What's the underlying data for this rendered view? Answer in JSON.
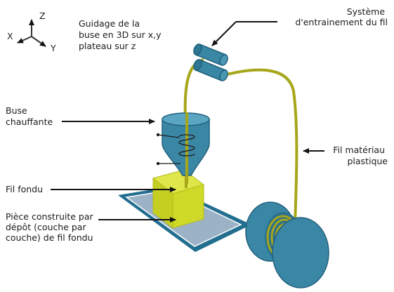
{
  "axes": {
    "z": "Z",
    "x": "X",
    "y": "Y"
  },
  "labels": {
    "guidage": [
      "Guidage de la",
      "buse en 3D sur x,y",
      "plateau sur z"
    ],
    "systeme": [
      "Système",
      "d'entrainement du fil"
    ],
    "buse": [
      "Buse",
      "chauffante"
    ],
    "fil_materiau": [
      "Fil matériau",
      "plastique"
    ],
    "fil_fondu": [
      "Fil fondu"
    ],
    "piece": [
      "Pièce construite par",
      "dépôt (couche par",
      "couche) de fil fondu"
    ]
  },
  "colors": {
    "nozzle": "#3a87a5",
    "nozzle_dark": "#22607c",
    "filament": "#a7a61a",
    "block": "#d3dd2a",
    "plate_border": "#226e8f",
    "plate_fill": "#9cb3c7",
    "arrow": "#141414"
  }
}
